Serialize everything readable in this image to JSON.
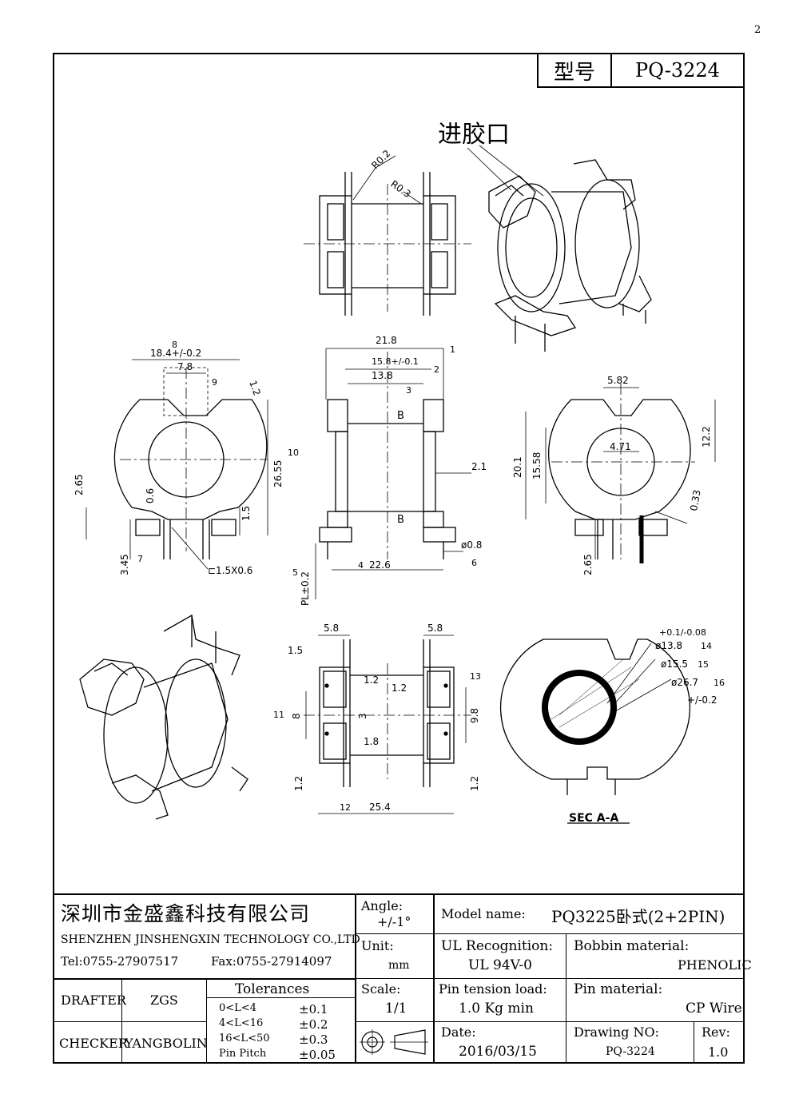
{
  "header": {
    "model_label": "型号",
    "model_value": "PQ-3224"
  },
  "page_marker": "2",
  "drawing": {
    "injection_label": "进胶口",
    "section_label": "SEC A-A",
    "dims": {
      "r1": "R0.2",
      "r2": "R0.3",
      "d_18_4": "18.4+/-0.2",
      "d_7_8": "7.8",
      "d_1_2a": "1.2",
      "d_2_65a": "2.65",
      "d_0_6": "0.6",
      "d_26_55": "26.55",
      "d_1_5a": "1.5",
      "d_3_45": "3.45",
      "d_1_5x0_6": "⊏1.5X0.6",
      "d_21_8": "21.8",
      "d_15_8": "15.8+/-0.1",
      "d_13_8a": "13.8",
      "sec_b": "B",
      "d_2_1": "2.1",
      "d_0_8": "ø0.8",
      "d_22_6": "22.6",
      "d_pl": "PL±0.2",
      "d_5_82": "5.82",
      "d_4_71": "4.71",
      "d_20_1": "20.1",
      "d_15_58": "15.58",
      "d_12_2": "12.2",
      "d_0_33": "0.33",
      "d_2_65b": "2.65",
      "d_5_8a": "5.8",
      "d_5_8b": "5.8",
      "d_1_5b": "1.5",
      "d_1_2b": "1.2",
      "d_1_2c": "1.2",
      "d_8": "8",
      "d_3": "3",
      "d_1_8": "1.8",
      "d_9_8": "9.8",
      "d_1_2d": "1.2",
      "d_1_2e": "1.2",
      "d_25_4": "25.4",
      "d_tol_top": "+0.1/-0.08",
      "d_13_8b": "ø13.8",
      "d_15_5": "ø15.5",
      "d_26_7": "ø26.7",
      "d_tol_bot": "+/-0.2"
    },
    "balloons": [
      "1",
      "2",
      "3",
      "4",
      "5",
      "6",
      "7",
      "8",
      "9",
      "10",
      "11",
      "12",
      "13",
      "14",
      "15",
      "16"
    ]
  },
  "title_block": {
    "company_cn": "深圳市金盛鑫科技有限公司",
    "company_en": "SHENZHEN JINSHENGXIN TECHNOLOGY CO.,LTD",
    "tel": "Tel:0755-27907517",
    "fax": "Fax:0755-27914097",
    "angle_label": "Angle:",
    "angle_value": "+/-1°",
    "model_name_label": "Model name:",
    "model_name_value": "PQ3225卧式(2+2PIN)",
    "unit_label": "Unit:",
    "unit_value": "mm",
    "ul_label": "UL Recognition:",
    "ul_value": "UL 94V-0",
    "bobbin_label": "Bobbin material:",
    "bobbin_value": "PHENOLIC",
    "drafter_label": "DRAFTER",
    "drafter_value": "ZGS",
    "checker_label": "CHECKER",
    "checker_value": "YANGBOLIN",
    "tolerances_label": "Tolerances",
    "tolerances": [
      {
        "range": "0<L<4",
        "value": "±0.1"
      },
      {
        "range": "4<L<16",
        "value": "±0.2"
      },
      {
        "range": "16<L<50",
        "value": "±0.3"
      },
      {
        "range": "Pin Pitch",
        "value": "±0.05"
      }
    ],
    "scale_label": "Scale:",
    "scale_value": "1/1",
    "pin_tension_label": "Pin tension load:",
    "pin_tension_value": "1.0 Kg min",
    "pin_material_label": "Pin material:",
    "pin_material_value": "CP Wire",
    "date_label": "Date:",
    "date_value": "2016/03/15",
    "drawing_no_label": "Drawing NO:",
    "drawing_no_value": "PQ-3224",
    "rev_label": "Rev:",
    "rev_value": "1.0"
  }
}
